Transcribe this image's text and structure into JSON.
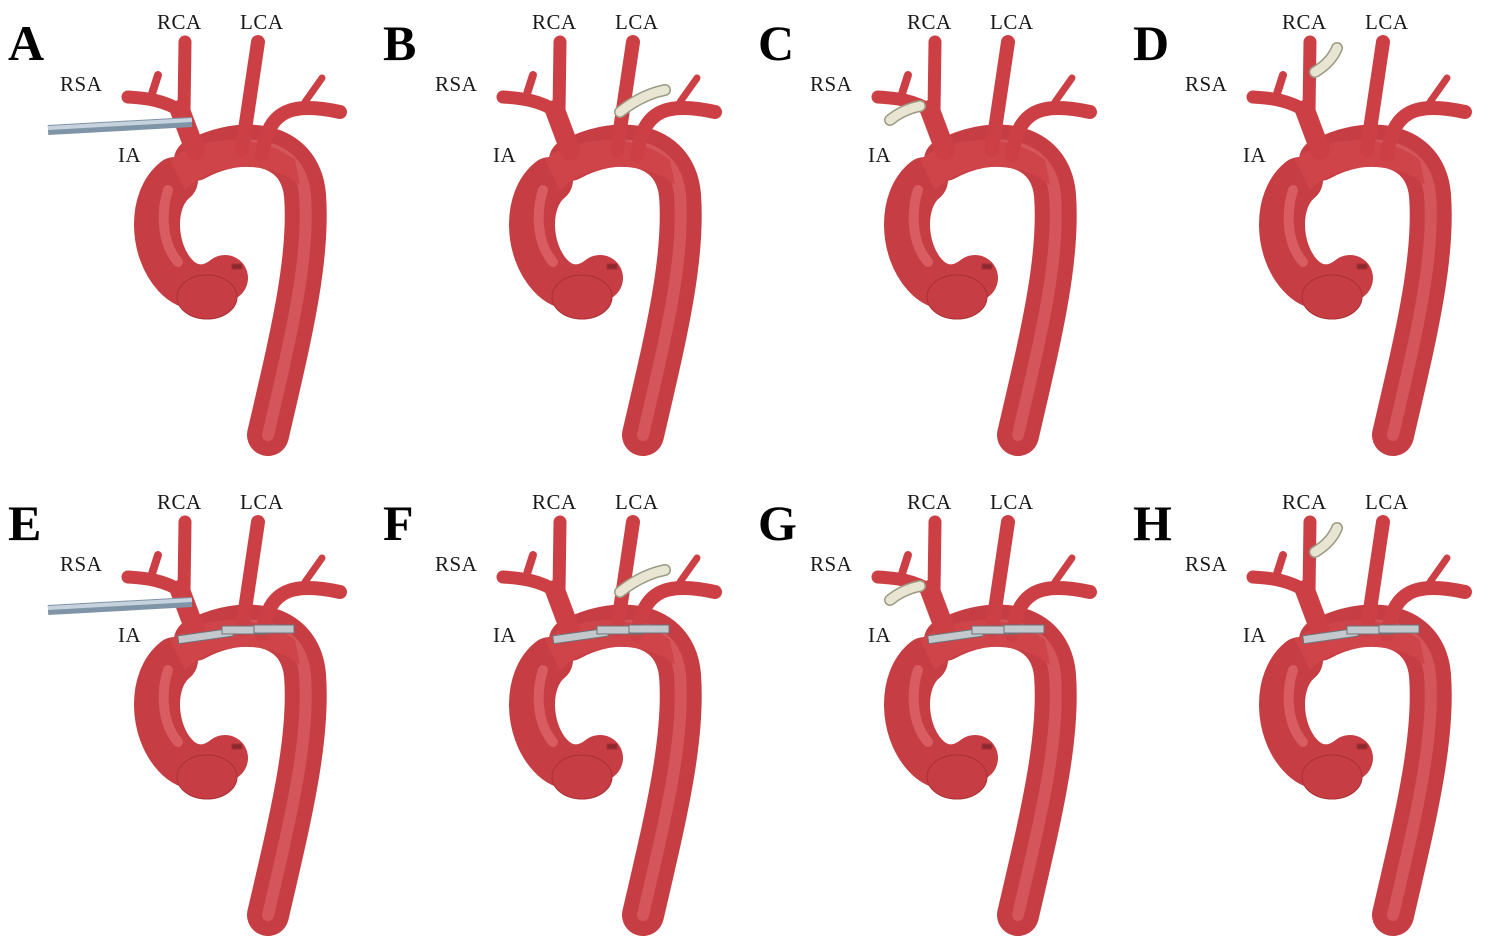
{
  "figure": {
    "colors": {
      "vessel": "#d8484c",
      "vessel_dark": "#b8343a",
      "vessel_highlight": "#ef8f91",
      "graft": "#e6e4d2",
      "graft_edge": "#a9a68f",
      "cannula": "#9fb2c2",
      "clamp": "#b8bec4"
    },
    "panels": [
      {
        "letter": "A",
        "labels": {
          "rca": "RCA",
          "lca": "LCA",
          "rsa": "RSA",
          "ia": "IA"
        },
        "cannula": true,
        "graft": "none",
        "clamps": false
      },
      {
        "letter": "B",
        "labels": {
          "rca": "RCA",
          "lca": "LCA",
          "rsa": "RSA",
          "ia": "IA"
        },
        "cannula": false,
        "graft": "lca",
        "clamps": false
      },
      {
        "letter": "C",
        "labels": {
          "rca": "RCA",
          "lca": "LCA",
          "rsa": "RSA",
          "ia": "IA"
        },
        "cannula": false,
        "graft": "rsa",
        "clamps": false
      },
      {
        "letter": "D",
        "labels": {
          "rca": "RCA",
          "lca": "LCA",
          "rsa": "RSA",
          "ia": "IA"
        },
        "cannula": false,
        "graft": "rca",
        "clamps": false
      },
      {
        "letter": "E",
        "labels": {
          "rca": "RCA",
          "lca": "LCA",
          "rsa": "RSA",
          "ia": "IA"
        },
        "cannula": true,
        "graft": "none",
        "clamps": true
      },
      {
        "letter": "F",
        "labels": {
          "rca": "RCA",
          "lca": "LCA",
          "rsa": "RSA",
          "ia": "IA"
        },
        "cannula": false,
        "graft": "lca",
        "clamps": true
      },
      {
        "letter": "G",
        "labels": {
          "rca": "RCA",
          "lca": "LCA",
          "rsa": "RSA",
          "ia": "IA"
        },
        "cannula": false,
        "graft": "rsa",
        "clamps": true
      },
      {
        "letter": "H",
        "labels": {
          "rca": "RCA",
          "lca": "LCA",
          "rsa": "RSA",
          "ia": "IA"
        },
        "cannula": false,
        "graft": "rca",
        "clamps": true
      }
    ]
  }
}
